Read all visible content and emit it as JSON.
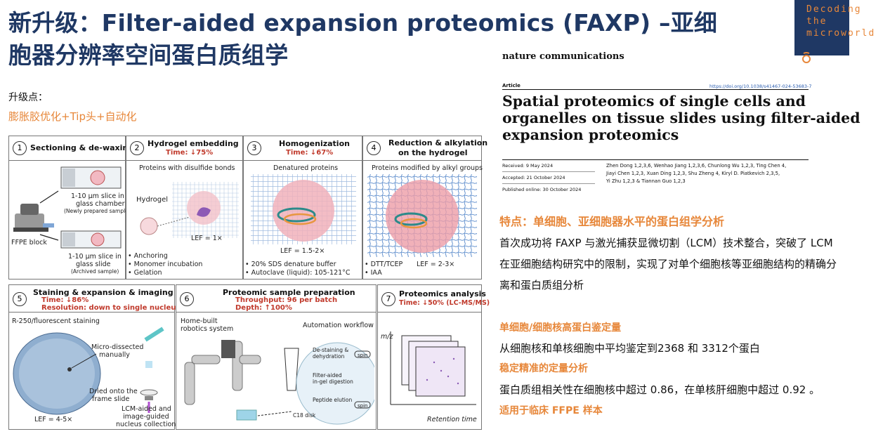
{
  "title_line1": "新升级：Filter-aided expansion proteomics (FAXP) –亚细",
  "title_line2": "胞器分辨率空间蛋白质组学",
  "brand": {
    "line1": "Decoding",
    "line2": "the",
    "line3": "microworld",
    "color_bg": "#1f3864",
    "color_text": "#e7873a"
  },
  "upgrade": {
    "label": "升级点：",
    "content": "膨胀胶优化+Tip头+自动化"
  },
  "figure": {
    "panels": [
      {
        "num": "1",
        "title": "Sectioning & de-waxing",
        "sub": [],
        "texts": [
          "1-10 μm slice in",
          "glass chamber",
          "(Newly prepared sample)",
          "FFPE block",
          "1-10 μm slice in",
          "glass slide",
          "(Archived sample)"
        ]
      },
      {
        "num": "2",
        "title": "Hydrogel embedding",
        "sub": [
          "Time: ↓75%"
        ],
        "texts": [
          "Proteins with disulfide bonds",
          "Hydrogel",
          "LEF = 1×",
          "• Anchoring",
          "• Monomer incubation",
          "• Gelation"
        ]
      },
      {
        "num": "3",
        "title": "Homogenization",
        "sub": [
          "Time: ↓67%"
        ],
        "texts": [
          "Denatured proteins",
          "LEF = 1.5-2×",
          "• 20% SDS denature buffer",
          "• Autoclave (liquid): 105-121°C"
        ]
      },
      {
        "num": "4",
        "title": "Reduction & alkylation",
        "title2": "on the hydrogel",
        "sub": [],
        "texts": [
          "Proteins modified by alkyl groups",
          "• DTT/TCEP",
          "LEF = 2-3×",
          "• IAA"
        ]
      },
      {
        "num": "5",
        "title": "Staining & expansion & imaging",
        "sub": [
          "Time: ↓86%",
          "Resolution: down to single nucleus"
        ],
        "texts": [
          "R-250/fluorescent staining",
          "Micro-dissected",
          "manually",
          "Dried onto the",
          "frame slide",
          "LCM-aided and",
          "image-guided",
          "nucleus collection",
          "LEF = 4-5×"
        ]
      },
      {
        "num": "6",
        "title": "Proteomic sample preparation",
        "sub": [
          "Throughput: 96 per batch",
          "Depth: ↑100%"
        ],
        "texts": [
          "Home-built",
          "robotics system",
          "Automation workflow",
          "De-staining &",
          "dehydration",
          "Filter-aided",
          "in-gel digestion",
          "Peptide elution",
          "C18 disk",
          "spin",
          "spin"
        ]
      },
      {
        "num": "7",
        "title": "Proteomics analysis",
        "sub": [
          "Time: ↓50% (LC-MS/MS)"
        ],
        "texts": [
          "m/z",
          "Retention time"
        ]
      }
    ]
  },
  "article": {
    "journal": "nature communications",
    "label": "Article",
    "doi": "https://doi.org/10.1038/s41467-024-53683-7",
    "title_lines": [
      "Spatial proteomics of single cells and",
      "organelles on tissue slides using filter-aided",
      "expansion proteomics"
    ],
    "received": "Received: 9 May 2024",
    "accepted": "Accepted: 21 October 2024",
    "published": "Published online: 30 October 2024",
    "authors": [
      "Zhen Dong 1,2,3,6, Wenhao Jiang 1,2,3,6, Chunlong Wu 1,2,3, Ting Chen 4,",
      "Jiayi Chen 1,2,3, Xuan Ding 1,2,3, Shu Zheng 4, Kiryl D. Piatkevich 2,3,5,",
      "Yi Zhu 1,2,3 & Tiannan Guo 1,2,3"
    ]
  },
  "features": {
    "heading": "特点：单细胞、亚细胞器水平的蛋白组学分析",
    "intro": [
      "首次成功将 FAXP 与激光捕获显微切割（LCM）技术整合，突破了 LCM",
      "在亚细胞结构研究中的限制，实现了对单个细胞核等亚细胞结构的精确分",
      "离和蛋白质组分析"
    ],
    "h1": "单细胞/细胞核高蛋白鉴定量",
    "t1": "从细胞核和单核细胞中平均鉴定到2368 和 3312个蛋白",
    "h2": "稳定精准的定量分析",
    "t2": "蛋白质组相关性在细胞核中超过 0.86，在单核肝细胞中超过 0.92 。",
    "h3": "适用于临床 FFPE 样本"
  }
}
